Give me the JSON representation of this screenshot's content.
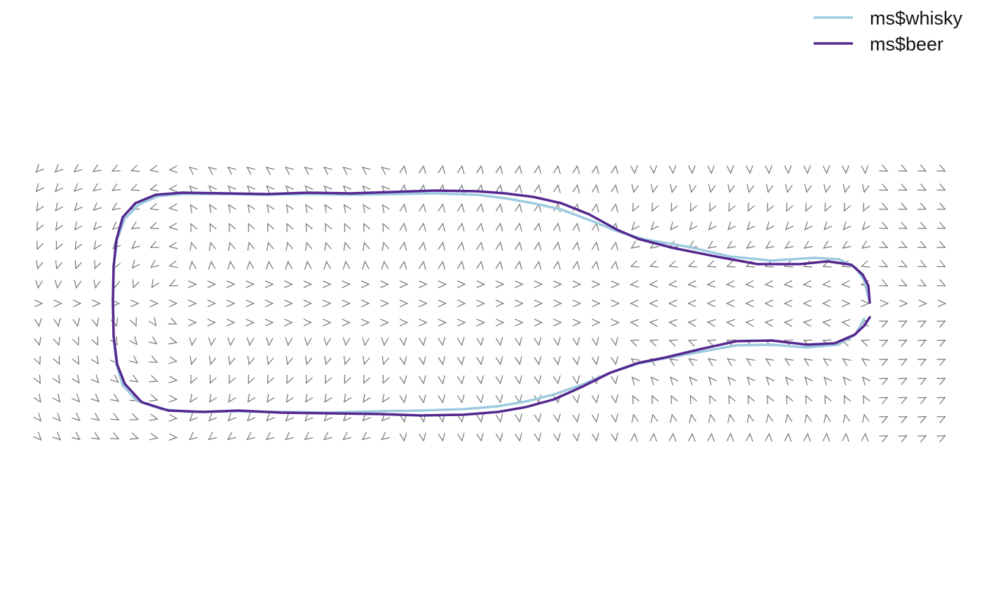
{
  "chart_data": {
    "type": "line",
    "subtype": "track map with direction field",
    "title": "",
    "xlabel": "",
    "ylabel": "",
    "axes_visible": false,
    "grid": false,
    "legend": {
      "placement": "top-right"
    },
    "series": [
      {
        "name": "ms$whisky",
        "color": "#9ecae1",
        "points": [
          [
            1240,
            432
          ],
          [
            1232,
            400
          ],
          [
            1220,
            382
          ],
          [
            1196,
            370
          ],
          [
            1160,
            368
          ],
          [
            1100,
            372
          ],
          [
            1040,
            366
          ],
          [
            980,
            352
          ],
          [
            920,
            342
          ],
          [
            880,
            330
          ],
          [
            840,
            314
          ],
          [
            800,
            299
          ],
          [
            760,
            290
          ],
          [
            720,
            283
          ],
          [
            680,
            278
          ],
          [
            620,
            276
          ],
          [
            560,
            277
          ],
          [
            500,
            278
          ],
          [
            440,
            277
          ],
          [
            380,
            278
          ],
          [
            320,
            277
          ],
          [
            260,
            277
          ],
          [
            225,
            280
          ],
          [
            198,
            292
          ],
          [
            178,
            312
          ],
          [
            167,
            342
          ],
          [
            162,
            380
          ],
          [
            161,
            430
          ],
          [
            162,
            480
          ],
          [
            166,
            520
          ],
          [
            175,
            550
          ],
          [
            195,
            572
          ],
          [
            230,
            584
          ],
          [
            270,
            588
          ],
          [
            330,
            587
          ],
          [
            400,
            588
          ],
          [
            470,
            589
          ],
          [
            540,
            587
          ],
          [
            600,
            586
          ],
          [
            660,
            584
          ],
          [
            710,
            580
          ],
          [
            750,
            573
          ],
          [
            790,
            563
          ],
          [
            830,
            549
          ],
          [
            870,
            532
          ],
          [
            910,
            519
          ],
          [
            950,
            511
          ],
          [
            1000,
            502
          ],
          [
            1050,
            493
          ],
          [
            1100,
            492
          ],
          [
            1150,
            496
          ],
          [
            1195,
            492
          ],
          [
            1220,
            477
          ],
          [
            1232,
            455
          ]
        ]
      },
      {
        "name": "ms$beer",
        "color": "#54278f",
        "points": [
          [
            1240,
            432
          ],
          [
            1238,
            408
          ],
          [
            1230,
            392
          ],
          [
            1214,
            378
          ],
          [
            1180,
            373
          ],
          [
            1140,
            377
          ],
          [
            1080,
            377
          ],
          [
            1020,
            366
          ],
          [
            960,
            354
          ],
          [
            910,
            341
          ],
          [
            880,
            328
          ],
          [
            840,
            306
          ],
          [
            800,
            290
          ],
          [
            760,
            281
          ],
          [
            720,
            276
          ],
          [
            680,
            273
          ],
          [
            620,
            272
          ],
          [
            560,
            274
          ],
          [
            500,
            276
          ],
          [
            440,
            275
          ],
          [
            380,
            277
          ],
          [
            320,
            276
          ],
          [
            260,
            275
          ],
          [
            222,
            278
          ],
          [
            193,
            290
          ],
          [
            175,
            310
          ],
          [
            166,
            342
          ],
          [
            162,
            380
          ],
          [
            161,
            430
          ],
          [
            162,
            480
          ],
          [
            167,
            520
          ],
          [
            178,
            548
          ],
          [
            202,
            574
          ],
          [
            240,
            586
          ],
          [
            290,
            588
          ],
          [
            340,
            586
          ],
          [
            400,
            589
          ],
          [
            470,
            590
          ],
          [
            540,
            591
          ],
          [
            600,
            593
          ],
          [
            660,
            592
          ],
          [
            710,
            588
          ],
          [
            750,
            581
          ],
          [
            790,
            570
          ],
          [
            830,
            552
          ],
          [
            870,
            532
          ],
          [
            910,
            518
          ],
          [
            950,
            510
          ],
          [
            1000,
            498
          ],
          [
            1050,
            487
          ],
          [
            1100,
            486
          ],
          [
            1150,
            492
          ],
          [
            1190,
            490
          ],
          [
            1218,
            478
          ],
          [
            1232,
            465
          ],
          [
            1240,
            453
          ]
        ]
      }
    ],
    "field_arrows": {
      "color": "#737373",
      "glyph": "chevron",
      "cols": 48,
      "rows": 15,
      "description": "direction-of-travel field around a closed loop"
    }
  }
}
